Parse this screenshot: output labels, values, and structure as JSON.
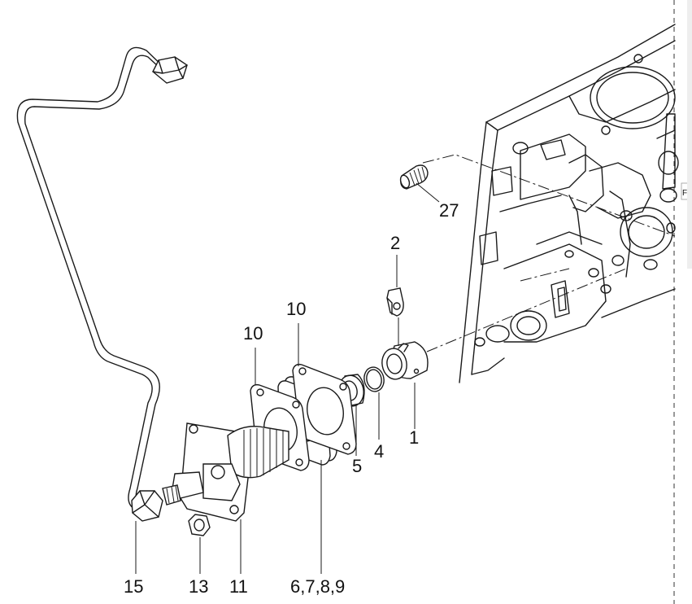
{
  "labels": {
    "l27": "27",
    "l2": "2",
    "l10a": "10",
    "l10b": "10",
    "l1": "1",
    "l4": "4",
    "l5": "5",
    "l15": "15",
    "l13": "13",
    "l11": "11",
    "l6789": "6,7,8,9"
  },
  "edge_fragment": "Fi"
}
